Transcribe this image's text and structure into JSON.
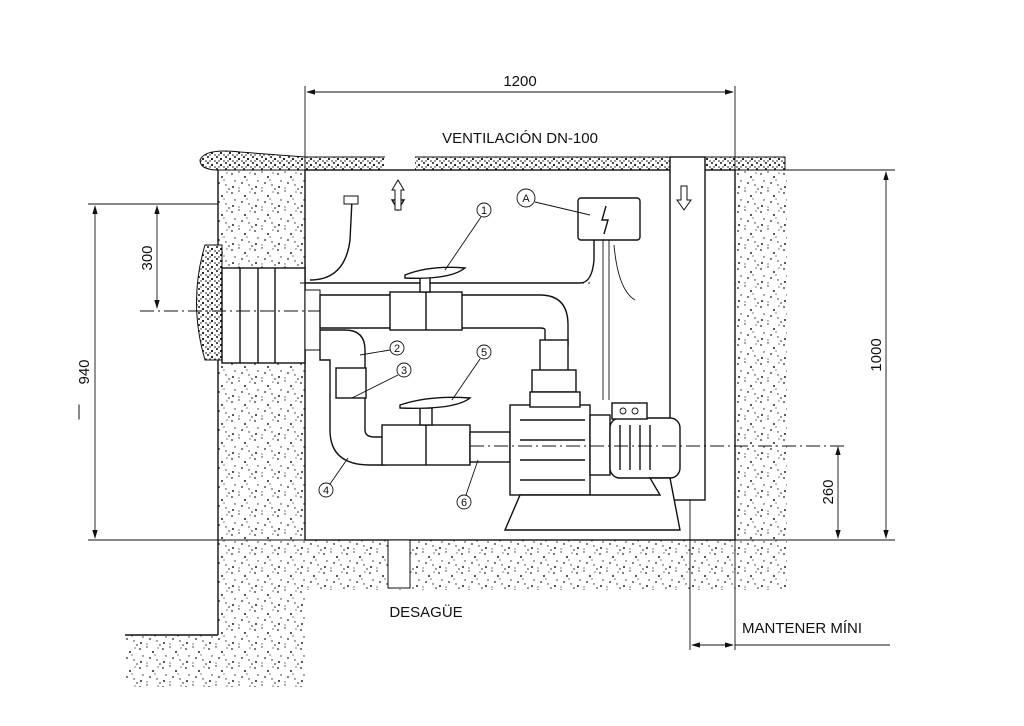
{
  "labels": {
    "width_dim": "1200",
    "ventilation": "VENTILACIÓN DN-100",
    "height_dim": "1000",
    "pump_axis_dim": "260",
    "skimmer_dim_total": "940",
    "skimmer_dash": "—",
    "skimmer_dim_top": "300",
    "drain": "DESAGÜE",
    "keep_min": "MANTENER MÍNI",
    "electrical_box": "A"
  },
  "callouts": [
    "1",
    "2",
    "3",
    "4",
    "5",
    "6"
  ],
  "colors": {
    "ink": "#111111",
    "background": "#ffffff"
  }
}
